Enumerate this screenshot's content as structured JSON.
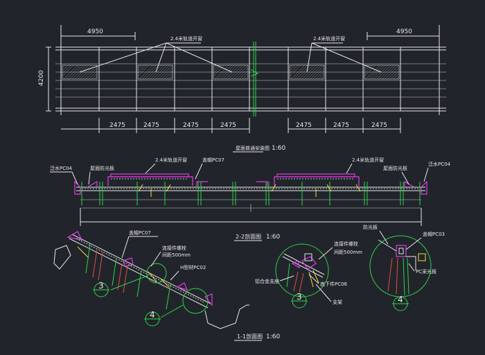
{
  "top_plan": {
    "dim_left": "4950",
    "dim_right": "4950",
    "dim_vertical": "4200",
    "callout_left": "2.4米轨道开窗",
    "callout_right": "2.4米轨道开窗",
    "bottom_dims": [
      "2475",
      "2475",
      "2475",
      "2475",
      "2475",
      "2475",
      "2475"
    ]
  },
  "elevation": {
    "title": "屋面普通安装图",
    "scale": "1:60",
    "label_left_end": "泛水PC04",
    "label_left_gutter": "屋面防光板",
    "label_mid_track": "2.4米轨道开窗",
    "label_mid_cap": "盖帽PC07",
    "label_right_track": "2.4米轨道开窗",
    "label_right_gutter": "屋面防光板",
    "label_right_end": "泛水PC04"
  },
  "section_2": {
    "title": "2-2剖面图",
    "scale": "1:60"
  },
  "section_1": {
    "title": "1-1剖面图",
    "scale": "1:60",
    "label_cap": "盖帽PC07",
    "label_bolt": "连接件螺栓",
    "label_spacing": "间距500mm",
    "label_h": "H型材PC02",
    "callout_3": "3",
    "callout_4": "4"
  },
  "detail_3": {
    "label_bolt": "连接件螺栓",
    "label_spacing": "间距500mm",
    "label_support": "铝合金支座",
    "label_bottom": "底下件PC06",
    "label_bracket": "支架",
    "callout": "3"
  },
  "detail_4": {
    "label_light": "防光板",
    "label_cap": "盖帽PC03",
    "label_pc": "PC采光板",
    "callout": "4"
  }
}
